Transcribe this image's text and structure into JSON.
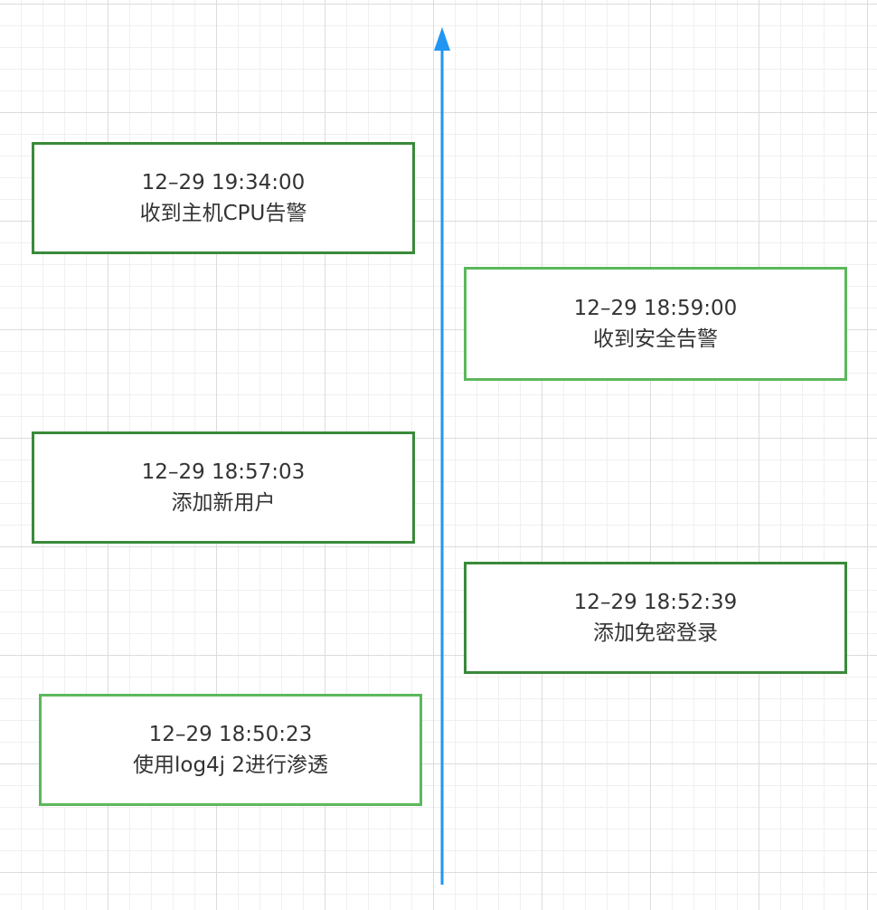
{
  "timeline": {
    "axis_color": "#2196f3",
    "events": [
      {
        "time": "12–29 19:34:00",
        "label": "收到主机CPU告警",
        "border_color": "#3a8a3a"
      },
      {
        "time": "12–29 18:59:00",
        "label": "收到安全告警",
        "border_color": "#5cb85c"
      },
      {
        "time": "12–29 18:57:03",
        "label": "添加新用户",
        "border_color": "#3a8a3a"
      },
      {
        "time": "12–29 18:52:39",
        "label": "添加免密登录",
        "border_color": "#3a8a3a"
      },
      {
        "time": "12–29 18:50:23",
        "label": "使用log4j 2进行渗透",
        "border_color": "#5cb85c"
      }
    ]
  }
}
